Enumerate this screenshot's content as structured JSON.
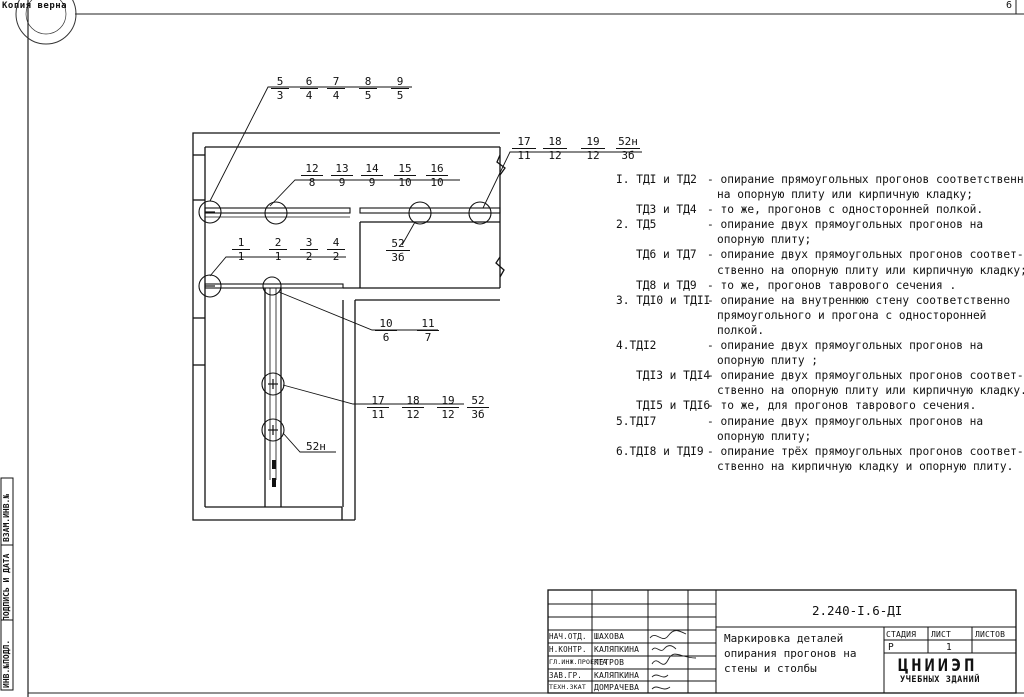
{
  "stamp_text": "Копия верна",
  "page_number": "6",
  "drawing": {
    "callouts_top": [
      {
        "num": "5",
        "den": "3"
      },
      {
        "num": "6",
        "den": "4"
      },
      {
        "num": "7",
        "den": "4"
      },
      {
        "num": "8",
        "den": "5"
      },
      {
        "num": "9",
        "den": "5"
      }
    ],
    "callouts_right": [
      {
        "num": "17",
        "den": "11"
      },
      {
        "num": "18",
        "den": "12"
      },
      {
        "num": "19",
        "den": "12"
      },
      {
        "num": "52н",
        "den": "3б"
      }
    ],
    "callouts_upper_beam": [
      {
        "num": "12",
        "den": "8"
      },
      {
        "num": "13",
        "den": "9"
      },
      {
        "num": "14",
        "den": "9"
      },
      {
        "num": "15",
        "den": "10"
      },
      {
        "num": "16",
        "den": "10"
      }
    ],
    "callouts_lower_beam": [
      {
        "num": "1",
        "den": "1"
      },
      {
        "num": "2",
        "den": "1"
      },
      {
        "num": "3",
        "den": "2"
      },
      {
        "num": "4",
        "den": "2"
      }
    ],
    "callout_52": {
      "num": "52",
      "den": "3б"
    },
    "callout_10_11": [
      {
        "num": "10",
        "den": "6"
      },
      {
        "num": "11",
        "den": "7"
      }
    ],
    "callouts_column": [
      {
        "num": "17",
        "den": "11"
      },
      {
        "num": "18",
        "den": "12"
      },
      {
        "num": "19",
        "den": "12"
      },
      {
        "num": "52",
        "den": "3б"
      }
    ],
    "label_52n": "52н"
  },
  "notes": [
    {
      "a": "I. ТДI и ТД2",
      "b": "- опирание прямоугольных прогонов соответственно"
    },
    {
      "a": "",
      "b": "на опорную плиту или кирпичную кладку;"
    },
    {
      "a": "ТД3 и ТД4",
      "b": "- то же, прогонов с односторонней полкой."
    },
    {
      "a": "2. ТД5",
      "b": "- опирание двух прямоугольных прогонов на"
    },
    {
      "a": "",
      "b": "опорную плиту;"
    },
    {
      "a": "ТД6 и ТД7",
      "b": "- опирание двух прямоугольных прогонов соответ-"
    },
    {
      "a": "",
      "b": "ственно на опорную плиту или кирпичную кладку;"
    },
    {
      "a": "ТД8 и ТД9",
      "b": "- то же, прогонов таврового сечения ."
    },
    {
      "a": "3. ТДI0 и ТДII",
      "b": "- опирание на внутреннюю стену соответственно"
    },
    {
      "a": "",
      "b": "прямоугольного и прогона с односторонней"
    },
    {
      "a": "",
      "b": "полкой."
    },
    {
      "a": "4.ТДI2",
      "b": "- опирание двух прямоугольных прогонов на"
    },
    {
      "a": "",
      "b": "опорную плиту ;"
    },
    {
      "a": "ТДI3 и ТДI4",
      "b": "- опирание двух прямоугольных прогонов соответ-"
    },
    {
      "a": "",
      "b": "ственно на опорную плиту или кирпичную кладку."
    },
    {
      "a": "ТДI5 и ТДI6",
      "b": "- то же, для прогонов таврового сечения."
    },
    {
      "a": "5.ТДI7",
      "b": "- опирание двух прямоугольных прогонов на"
    },
    {
      "a": "",
      "b": "опорную плиту;"
    },
    {
      "a": "6.ТДI8 и ТДI9",
      "b": "- опирание трёх прямоугольных прогонов соответ-"
    },
    {
      "a": "",
      "b": "ственно на кирпичную кладку и опорную плиту."
    }
  ],
  "title_block": {
    "code": "2.240-I.6-ДI",
    "title_lines": [
      "Маркировка деталей",
      "опирания прогонов на",
      "стены и столбы"
    ],
    "roles": [
      "НАЧ.ОТД.",
      "Н.КОНТР.",
      "ГЛ.ИНЖ.ПРОЕКТА",
      "ЗАВ.ГР.",
      "ТЕХН.ЗКАТ"
    ],
    "names": [
      "ШАХОВА",
      "КАЛЯПКИНА",
      "ПЕТРОВ",
      "КАЛЯПКИНА",
      "ДОМРАЧЕВА"
    ],
    "stage_label": "СТАДИЯ",
    "sheet_label": "ЛИСТ",
    "sheets_label": "ЛИСТОВ",
    "stage_value": "Р",
    "sheet_value": "1",
    "logo": "ЦНИИЭП",
    "logo_sub": "УЧЕБНЫХ ЗДАНИЙ"
  },
  "side_stamp": [
    "ИНВ.№ПОДЛ.",
    "ПОДПИСЬ И ДАТА",
    "ВЗАМ.ИНВ.№"
  ]
}
